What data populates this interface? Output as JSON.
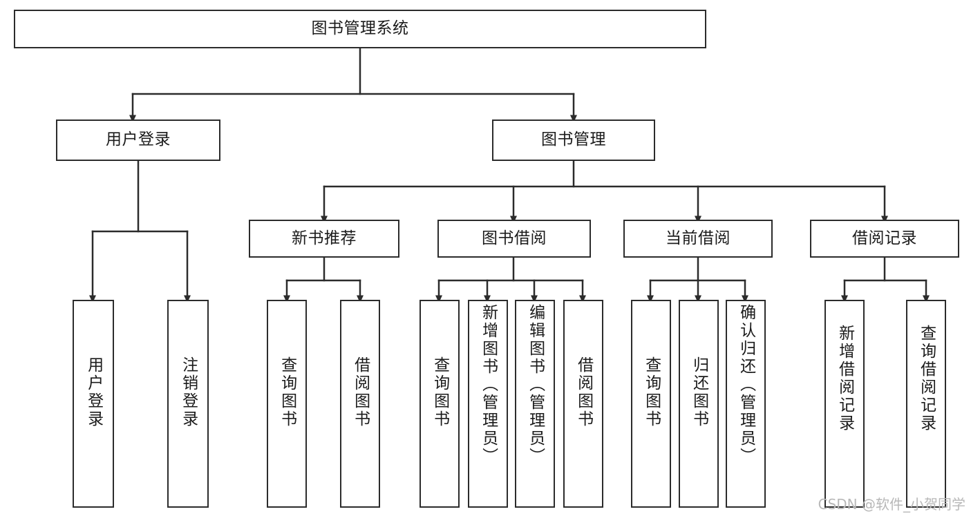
{
  "diagram": {
    "title": "图书管理系统",
    "watermark": "CSDN @软件_小贺同学",
    "line_color": "#2b2b2b",
    "box_fill": "#ffffff",
    "text_color": "#1b1b1b",
    "levels": {
      "root": "图书管理系统",
      "level1": [
        "用户登录",
        "图书管理"
      ],
      "level2": [
        "新书推荐",
        "图书借阅",
        "当前借阅",
        "借阅记录"
      ]
    },
    "nodes": {
      "root": {
        "label": "图书管理系统"
      },
      "user_login": {
        "label": "用户登录"
      },
      "book_manage": {
        "label": "图书管理"
      },
      "new_book_rec": {
        "label": "新书推荐"
      },
      "book_borrow": {
        "label": "图书借阅"
      },
      "current_borrow": {
        "label": "当前借阅"
      },
      "borrow_record": {
        "label": "借阅记录"
      },
      "leaf_user_login": {
        "label": "用户登录"
      },
      "leaf_logout": {
        "label": "注销登录"
      },
      "leaf_query_book_1": {
        "label": "查询图书"
      },
      "leaf_borrow_book_1": {
        "label": "借阅图书"
      },
      "leaf_query_book_2": {
        "label": "查询图书"
      },
      "leaf_add_book_admin": {
        "label": "新增图书（管理员）"
      },
      "leaf_edit_book_admin": {
        "label": "编辑图书（管理员）"
      },
      "leaf_borrow_book_2": {
        "label": "借阅图书"
      },
      "leaf_query_book_3": {
        "label": "查询图书"
      },
      "leaf_return_book": {
        "label": "归还图书"
      },
      "leaf_confirm_return_admin": {
        "label": "确认归还（管理员）"
      },
      "leaf_add_record": {
        "label": "新增借阅记录"
      },
      "leaf_query_record": {
        "label": "查询借阅记录"
      }
    }
  }
}
